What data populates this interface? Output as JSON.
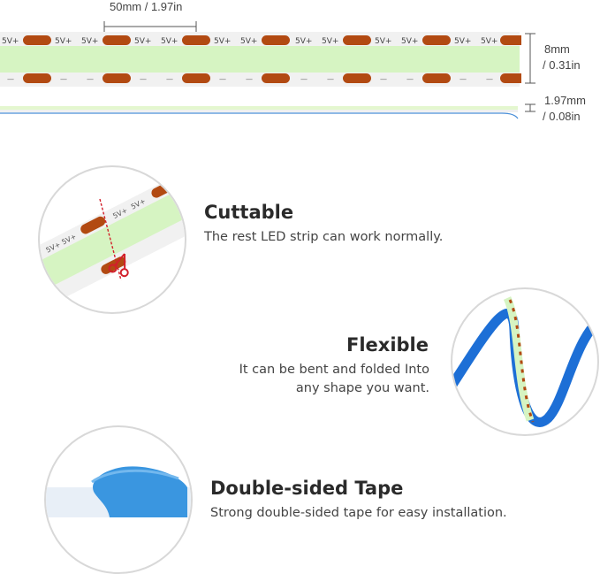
{
  "dimensions": {
    "segment_length": "50mm / 1.97in",
    "width_value": "8mm",
    "width_imperial": "/ 0.31in",
    "thickness_value": "1.97mm",
    "thickness_imperial": "/ 0.08in"
  },
  "strip": {
    "pad_label": "5V+",
    "minus_label": "—",
    "colors": {
      "pcb": "#f3f3f3",
      "phosphor": "#d9f5c5",
      "pad": "#b24a12",
      "tape": "#3a96e0",
      "flex_strip": "#1d6fd6"
    }
  },
  "features": [
    {
      "title": "Cuttable",
      "description": [
        "The rest LED strip can work normally."
      ],
      "icon": "scissors-icon"
    },
    {
      "title": "Flexible",
      "description": [
        "It can be bent and folded Into",
        "any shape you want."
      ]
    },
    {
      "title": "Double-sided Tape",
      "description": [
        "Strong double-sided tape for easy installation."
      ]
    }
  ]
}
